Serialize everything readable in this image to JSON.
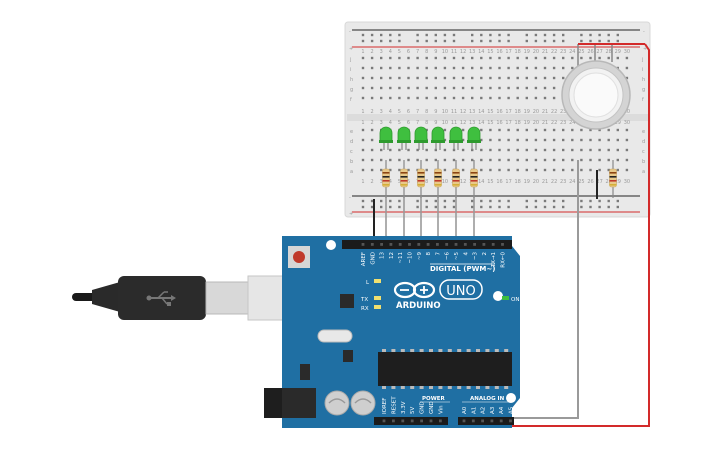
{
  "breadboard": {
    "row_letters_top": [
      "j",
      "i",
      "h",
      "g",
      "f"
    ],
    "row_letters_bottom": [
      "e",
      "d",
      "c",
      "b",
      "a"
    ],
    "column_numbers": [
      "1",
      "2",
      "3",
      "4",
      "5",
      "6",
      "7",
      "8",
      "9",
      "10",
      "11",
      "12",
      "13",
      "14",
      "15",
      "16",
      "17",
      "18",
      "19",
      "20",
      "21",
      "22",
      "23",
      "24",
      "25",
      "26",
      "27",
      "28",
      "29",
      "30"
    ],
    "rail_minus": "-",
    "rail_plus": "+"
  },
  "components": {
    "leds": {
      "count": 6,
      "color": "#3fbf3f"
    },
    "resistor_count": 7,
    "sensor": "gas-sensor"
  },
  "arduino": {
    "brand": "ARDUINO",
    "model": "UNO",
    "digital_header": "DIGITAL (PWM~)",
    "power_header": "POWER",
    "analog_header": "ANALOG IN",
    "on_label": "ON",
    "led_l": "L",
    "led_tx": "TX",
    "led_rx": "RX",
    "digital_pins": [
      "AREF",
      "GND",
      "13",
      "12",
      "~11",
      "~10",
      "~9",
      "8",
      "7",
      "~6",
      "~5",
      "4",
      "~3",
      "2",
      "TX→1",
      "RX←0"
    ],
    "power_pins": [
      "IOREF",
      "RESET",
      "3.3V",
      "5V",
      "GND",
      "GND",
      "Vin"
    ],
    "analog_pins": [
      "A0",
      "A1",
      "A2",
      "A3",
      "A4",
      "A5"
    ],
    "board_color": "#1f6fa3"
  },
  "wires": {
    "red": "#d32a2a",
    "black": "#222222",
    "gray": "#9a9a9a"
  }
}
